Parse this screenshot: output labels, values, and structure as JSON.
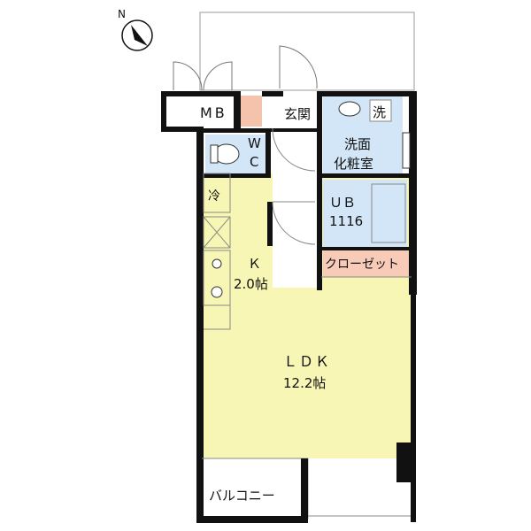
{
  "compass": {
    "north_label": "N"
  },
  "rooms": {
    "mb": "MB",
    "entrance": "玄関",
    "wc_line1": "W",
    "wc_line2": "C",
    "washroom_line1": "洗面",
    "washroom_line2": "化粧室",
    "wash_machine": "洗",
    "ub_line1": "ＵＢ",
    "ub_line2": "1116",
    "closet": "クローゼット",
    "fridge": "冷",
    "kitchen_name": "Ｋ",
    "kitchen_size": "2.0帖",
    "ldk_name": "ＬＤＫ",
    "ldk_size": "12.2帖",
    "balcony": "バルコニー"
  },
  "colors": {
    "wall": "#111111",
    "room_yellow": "#f8f6b4",
    "wet_blue": "#d3e6f8",
    "closet_pink": "#f7cbb8",
    "entrance_pink": "#f5c2ac",
    "floor_white": "#ffffff",
    "line": "#888888"
  }
}
